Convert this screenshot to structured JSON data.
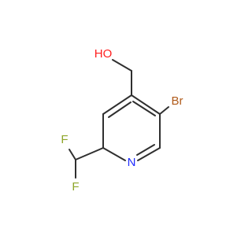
{
  "molecule": {
    "atoms": {
      "hydroxyl": "HO",
      "bromine": "Br",
      "nitrogen": "N",
      "fluorine_top": "F",
      "fluorine_bottom": "F"
    }
  },
  "colors": {
    "bond": "#2f2f2f",
    "oxygen": "#ff1f1f",
    "bromine": "#b05a1a",
    "nitrogen": "#1f2cff",
    "fluorine": "#8ea62a",
    "background": "#ffffff"
  }
}
